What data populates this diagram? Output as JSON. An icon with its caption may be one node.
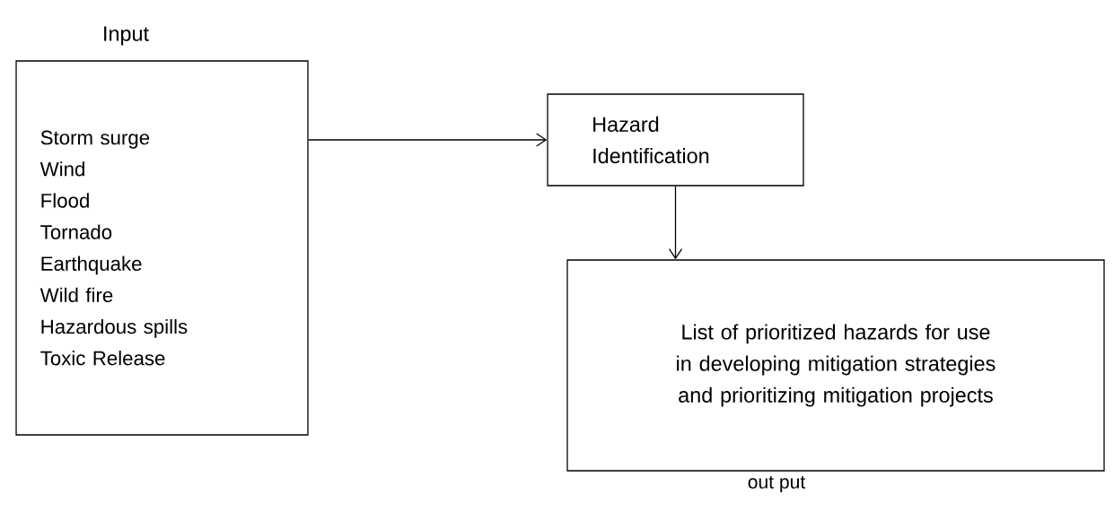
{
  "diagram": {
    "nodes": [
      {
        "text": [
          "Input",
          "Storm surge",
          "Wind",
          "Flood",
          "Tornado",
          "Earthquake",
          "Wild fire",
          "Hazardous spills",
          "Toxic Release"
        ]
      },
      {
        "text": [
          "Hazard Identification"
        ]
      },
      {
        "text": [
          "List of prioritized hazards for use in developing mitigation strategies and prioritizing mitigation projects"
        ],
        "beside": [
          "out put"
        ]
      }
    ],
    "edges": [
      {
        "from": 0,
        "to": 1,
        "arrow": "to"
      },
      {
        "from": 1,
        "to": 2,
        "arrow": "to"
      }
    ]
  }
}
